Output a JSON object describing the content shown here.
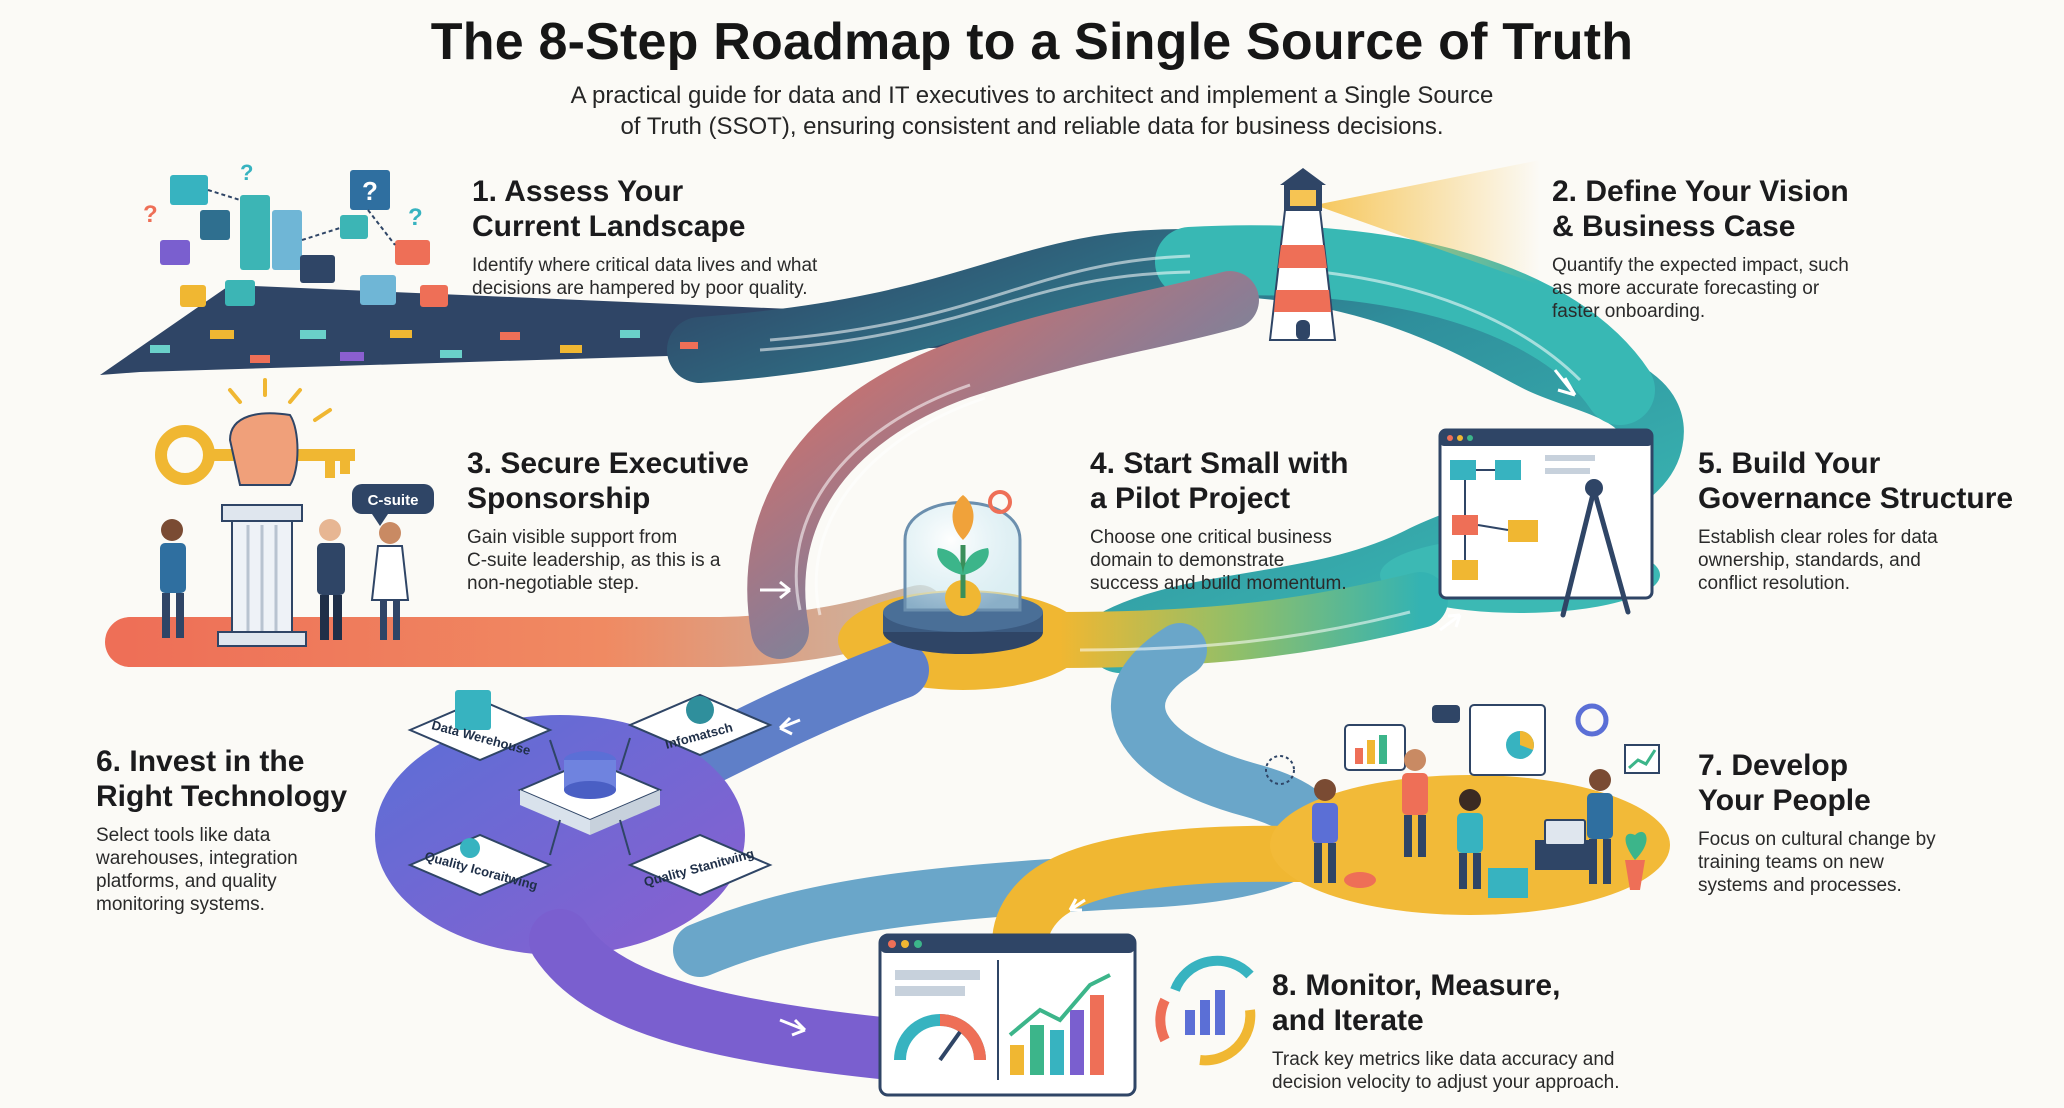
{
  "title": "The 8-Step Roadmap to a Single Source of Truth",
  "subtitle": "A practical guide for data and IT executives to architect and implement a Single Source\nof Truth (SSOT), ensuring consistent and reliable data for business decisions.",
  "colors": {
    "path_navy": "#2f4566",
    "path_teal": "#35b3b1",
    "path_coral": "#ee6f57",
    "path_gold": "#f0b732",
    "path_purple": "#7a5fcf",
    "path_blue": "#5b6fd6"
  },
  "steps": [
    {
      "heading": "1. Assess Your\nCurrent Landscape",
      "desc": "Identify where critical data lives and what\ndecisions are hampered by poor quality.",
      "icon": "scattered-data-icon"
    },
    {
      "heading": "2. Define Your Vision\n& Business Case",
      "desc": "Quantify the expected impact, such\nas more accurate forecasting or\nfaster onboarding.",
      "icon": "lighthouse-icon"
    },
    {
      "heading": "3. Secure Executive\nSponsorship",
      "desc": "Gain visible support from\nC-suite leadership, as this is a\nnon-negotiable step.",
      "icon": "key-pillar-icon"
    },
    {
      "heading": "4. Start Small with\na Pilot Project",
      "desc": "Choose one critical business\ndomain to demonstrate\nsuccess and build momentum.",
      "icon": "seedling-dome-icon"
    },
    {
      "heading": "5. Build Your\nGovernance Structure",
      "desc": "Establish clear roles for data\nownership, standards, and\nconflict resolution.",
      "icon": "blueprint-icon"
    },
    {
      "heading": "6. Invest in the\nRight Technology",
      "desc": "Select tools like data\nwarehouses, integration\nplatforms, and quality\nmonitoring systems.",
      "icon": "tech-platform-icon"
    },
    {
      "heading": "7. Develop\nYour People",
      "desc": "Focus on cultural change by\ntraining teams on new\nsystems and processes.",
      "icon": "team-training-icon"
    },
    {
      "heading": "8. Monitor, Measure,\nand Iterate",
      "desc": "Track key metrics like data accuracy and\ndecision velocity to adjust your approach.",
      "icon": "dashboard-cycle-icon"
    }
  ],
  "illustration_labels": {
    "csuite_bubble": "C-suite",
    "tile_warehouse": "Data Werehouse",
    "tile_integration": "Infomatsch",
    "tile_quality_left": "Quality Icoraitwing",
    "tile_quality_right": "Quality Stanitwing",
    "question_mark": "?"
  }
}
